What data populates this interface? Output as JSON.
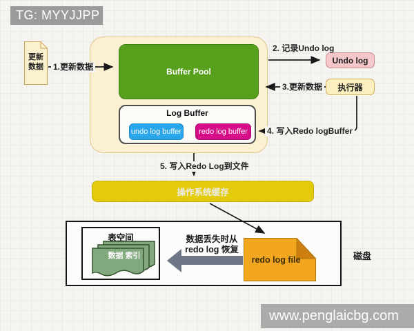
{
  "watermarks": {
    "tg": "TG: MYYJJPP",
    "site": "www.penglaicbg.com"
  },
  "diagram": {
    "update_note": "更新数据",
    "buffer_pool": "Buffer Pool",
    "log_buffer": {
      "title": "Log Buffer",
      "undo_chip": "undo log buffer",
      "redo_chip": "redo log buffer"
    },
    "undo_log_box": "Undo log",
    "executor_box": "执行器",
    "os_cache": "操作系统缓存",
    "steps": {
      "s1": "1.更新数据",
      "s2": "2. 记录Undo log",
      "s3": "3.更新数据",
      "s4": "4. 写入Redo logBuffer",
      "s5": "5. 写入Redo Log到文件"
    },
    "disk": {
      "label": "磁盘",
      "tablespace_title": "表空间",
      "docs_text": "数据 索引",
      "recovery_line1": "数据丢失时从",
      "recovery_line2": "redo log 恢复",
      "redo_file": "redo log file"
    }
  },
  "colors": {
    "buffer_pool_green": "#57a01c",
    "undo_buffer_blue": "#29a5e9",
    "redo_buffer_magenta": "#d60f88",
    "undo_log_pink": "#f4c7cb",
    "executor_beige": "#fdf0c0",
    "memory_container_beige": "#fbf0d1",
    "os_cache_yellow": "#e3cb0c",
    "redo_file_orange": "#f2a51f",
    "docs_green": "#82a87d",
    "banner_gray": "#9b9b9b",
    "big_arrow_gray": "#6e7584"
  }
}
